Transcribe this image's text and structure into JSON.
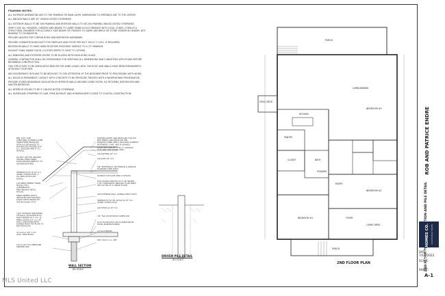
{
  "notes": {
    "title": "FRAMING NOTES:",
    "items": [
      "ALL EXTERIOR DIMENSIONS ARE TO THE FRAMING OR MAIN LAYER, DIMENSIONS TO OPENINGS ARE TO THE CENTER.",
      "ALL ANGLED WALLS ARE 45° UNLESS NOTED OTHERWISE.",
      "ALL EXTERIOR WALLS TO BE 2x6 FRAMING AND INTERIOR WALLS TO BE 2x4 FRAMING UNLESS NOTED OTHERWISE.",
      "VERIFY SIZE ALL HEADERS, GIRDERS AND BEAMS TO CARRY SPANS IN ACCORDANCE WITH LOCAL CODES. CONSULT A STRUCTURAL ENGINEER FOR ACCURACY. SIZE BEAMS OR TRUSSES TO CARRY ANY BRICK OR STONE VENEER IN HEADER, NOT BEARING TO FOUNDATION.",
      "PROVIDE NAILERS FOR CURTAIN RODS AND BATHROOM HARDWARE.",
      "PROVIDE COMBUSTION AIR INLET FOR FIREPLACE AND STOVE PER SECT. R1017.1 U.B.C. IF REQUIRED.",
      "BATHROOM WALLS TO HAVE HARD MOISTURE RESISTANT SURFACE TO A 72\" MINIMUM.",
      "EXHAUST FANS, RANGE HOOD, CLOTHES DRYER TO VENT TO OUTSIDE.",
      "ALL WINDOWS AND EXTERIOR DOORS TO BE GLAZED WITH INSULATING GLASS.",
      "GENERAL CONTRACTOR SHALL BE RESPONSIBLE FOR VERIFYING ALL DIMENSIONS AND CONDITIONS WITH PLANS BEFORE BEGINNING CONSTRUCTION.",
      "THIS STRUCTURE TO BE ADEQUATELY BRACED FOR WIND LOADS UNTIL THE ROOF AND WALLS HAVE BEEN PERMANENTLY ATTACHED TOGETHER.",
      "ANY DISCREPANCY IN PLANS TO BE BROUGHT TO THE ATTENTION OF THE DESIGNER PRIOR TO PROCEEDING WITH WORK.",
      "ALL WOOD IN PERMANENT CONTACT WITH CONCRETE TO BE PRESSURE TREATED WITH A WATER-BORNE PRESERVATIVE.",
      "PROVIDE SOUND DEADENING INSULATION IN INTERIOR WALLS AROUND LIVING ROOM, A/C RETURNS, BATHROOMS AND MASTER BEDROOM.",
      "ALL INTERIOR CEILING TO BE 9' UNLESS NOTED OTHERWISE.",
      "ALL HURRICANE STRAPPING TO LAW, FEMA BOOKLET AND HOMEBUILDER'S GUIDE TO COASTAL CONSTRUCTION."
    ]
  },
  "wall_section": {
    "caption": "WALL SECTION",
    "scale": "NO SCALE",
    "left_labels": [
      "MIN. 5/12\" OSB SHEATHING, EXTENDS OVER HIP/RAFTERS INSTALLED WITH 4-CLIPS NAILED TO RAFTERS OR TRUSSES @ 4\" O.C. @ EDGES AND 6\" O.C. IN FIELD",
      "DO NOT USE FOIL BACKED CEILING FINISH SPRAY FOAM APPLIED DIRECTLY TO DECKING/RAFTERS",
      "SIMPSON H2.5A @ 24\" O.C. (EVERY OTHER STUD), 4 ALL KING STUDS (OR EQUAL)",
      "1x6 FIBER CEMENT FINISH FASCIA (TYP.) (ALTERNATIVE: PRE-FINISHED METAL FASCIA)",
      "FIBER CEMENT SOFFIT INSTALLED WITH NAILERS, SOLID SOFFIT INSTALLED FOR INCLUDED ATTIC",
      "7/16\" PLYWOOD SHEATHING, TYPICALLY ATTACHED IN 8d NAILS SPACED @ 3\" O.C. @ PANEL EDGES & 6\" O.C. IN FIELD, SHEATHING MUST EXTEND FROM TOP PLATE TO BOTTOM PLATE",
      "(2) 2x4 LV, 3/4\" x 10\" GALV. THRU BOLTS",
      "12x12 (2X) COL PRESSURE TREATED PILE"
    ],
    "right_labels": [
      "ROOFING RATED AND INSTALLED FOR 150 MPH WINDS AND INSTALLED PER MANUFACTURER SPECS. INCLUDES CORRECT FASTENERS, CAPS, AND FLASHINGS",
      "30 LB. FELT W/H 18\" (TYP.) 4\" OVERLAP (TYP. AND TAPE SEAMS ONLY)",
      "2x6 RAFTERS 24\" O.C.",
      "2x6 JOIST 24\" O.C.",
      "5/8\" SHEETROCK (OR TONGUE & GROOVE PLANKING OVER JOIST)",
      "DOUBLE TOP PLATE (MIN. 6' SPLICE)",
      "FOR CEILING HEIGHTS OF 9' OR HIGHER, 2\"x6\" HORIZONTAL BRACING TO BE INSET INTO STUDS AT 6' ABOVE FLOOR",
      "2x6 EXTERIOR WALL, W/INSULATED CAVITY",
      "SIMPSON H2.5A OR LSTA24 @ 32\" O.C. (EVERY OTHER STUD)",
      "2x6 STUDS @ 16\" O.C.",
      "3/4\" T&G OR PLYWOOD SUBFLOOR",
      "2x10 FLOOR JOIST (OR AS SPECIFIED BY TRUSS MANUFACTURER)",
      "(2) 2x12 BEAMS",
      "8x8 / 6x10 L.V.L. 20E"
    ]
  },
  "pile_detail": {
    "caption": "DRIVEN PILE DETAIL",
    "scale": "NO SCALE"
  },
  "plan": {
    "caption": "2ND FLOOR PLAN",
    "rooms": [
      "PORCH",
      "LIVING/DINING",
      "KITCHEN",
      "GRILL DECK",
      "PANTRY",
      "BEDROOM #3",
      "BEDROOM #2",
      "BEDROOM #1",
      "CLOSET",
      "BATH",
      "POWDER",
      "ENTRY",
      "FOYER",
      "LIVING AREA",
      "PORCH"
    ]
  },
  "title_block": {
    "company": "DEAS HOMES CO.",
    "tagline": "CUSTOM BUILT HOMES",
    "owner": "ROB AND PATRICE ENDRE",
    "sheet_title": "2ND FLOOR PLAN, WALL SECTION AND PILE DETAIL",
    "date_label": "DATE:",
    "date": "7/13/2022",
    "scale_label": "SCALE:",
    "sheet_label": "SHEET:",
    "sheet_number": "A-1"
  },
  "watermark": "MLS United LLC"
}
